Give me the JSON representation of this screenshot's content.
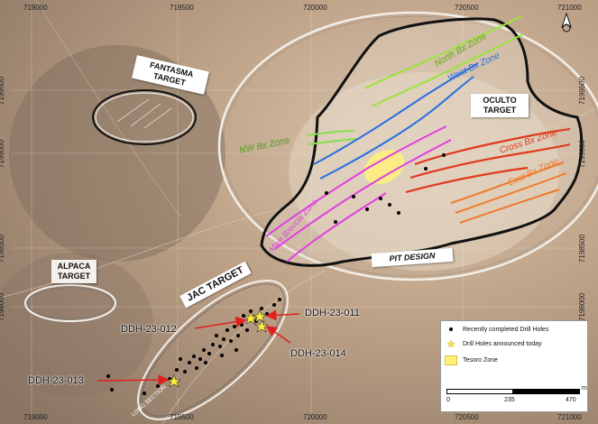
{
  "map": {
    "targets": {
      "fantasma": "FANTASMA TARGET",
      "oculto": "OCULTO TARGET",
      "alpaca": "ALPACA TARGET",
      "jac": "JAC TARGET"
    },
    "pit_design": "PIT DESIGN",
    "long_section": "LONG SECTION",
    "zones": {
      "north_bx": "North Bx Zone",
      "west_bx": "West Bx Zone",
      "nw_bx": "NW Bx Zone",
      "cross_bx": "Cross Bx Zone",
      "east_bx": "East Bx Zone",
      "main_breccia": "Main Breccia Zone"
    },
    "drill_holes": {
      "ddh_012": "DDH-23-012",
      "ddh_011": "DDH-23-011",
      "ddh_014": "DDH-23-014",
      "ddh_013": "DDH-23-013"
    },
    "coordinates": {
      "top": [
        "719000",
        "719500",
        "720000",
        "720500",
        "721000"
      ],
      "bottom": [
        "719000",
        "719500",
        "720000",
        "720500",
        "721000"
      ],
      "left": [
        "7199500",
        "7199000",
        "7198500",
        "7198000"
      ],
      "right": [
        "7199500",
        "7199000",
        "7198500",
        "7198000"
      ]
    }
  },
  "legend": {
    "recent_holes": "Recently completed Drill Holes",
    "announced_holes": "Drill Holes announced today",
    "tesoro_zone": "Tesoro Zone",
    "scale_unit": "m",
    "scale_ticks": [
      "0",
      "235",
      "470"
    ]
  },
  "colors": {
    "north_bx": "#9be53a",
    "west_bx": "#2a6fe0",
    "nw_bx": "#86e04a",
    "cross_bx": "#e03a1e",
    "east_bx": "#f07a2a",
    "main_breccia": "#e040e0",
    "tesoro_zone": "#fff17a",
    "pit_outline": "#111111",
    "arrows": "#e02020"
  }
}
